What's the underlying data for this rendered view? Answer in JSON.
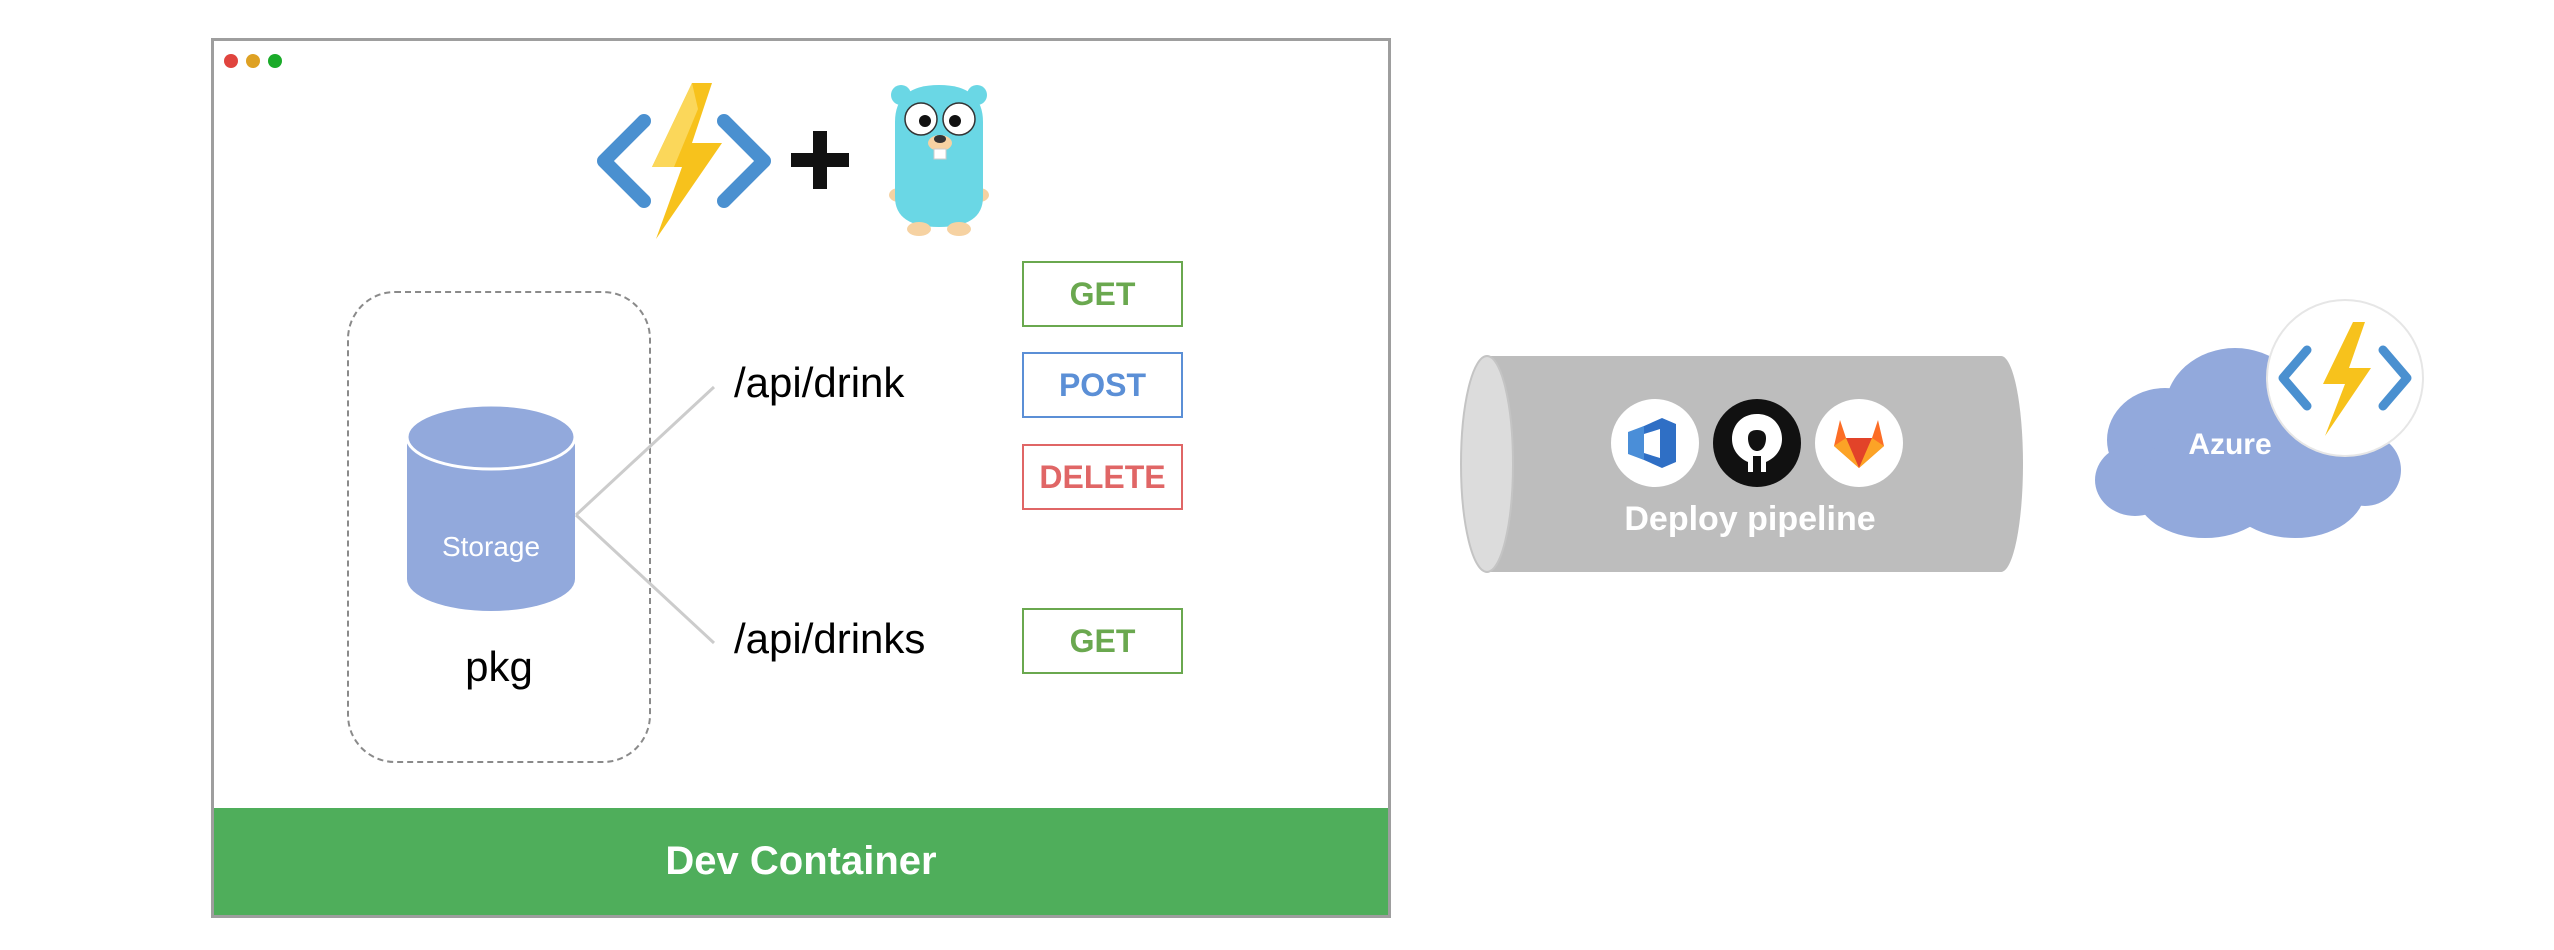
{
  "window": {
    "title_icons": [
      "azure-functions-icon",
      "plus-icon",
      "go-gopher-icon"
    ],
    "traffic_lights": [
      "#e0443e",
      "#dea123",
      "#1aab29"
    ],
    "footer_label": "Dev Container"
  },
  "storage": {
    "cylinder_label": "Storage",
    "package_label": "pkg",
    "color": "#92a9dc"
  },
  "routes": [
    {
      "path": "/api/drink",
      "methods": [
        "GET",
        "POST",
        "DELETE"
      ]
    },
    {
      "path": "/api/drinks",
      "methods": [
        "GET"
      ]
    }
  ],
  "pipeline": {
    "label": "Deploy pipeline",
    "icons": [
      "azure-devops-icon",
      "github-icon",
      "gitlab-icon"
    ],
    "color": "#bdbdbd"
  },
  "cloud": {
    "label": "Azure",
    "icon": "azure-functions-icon",
    "color": "#92a9dc"
  },
  "colors": {
    "get": "#6aa84f",
    "post": "#5b8fd6",
    "delete": "#e06666",
    "container_green": "#4fae5b"
  }
}
